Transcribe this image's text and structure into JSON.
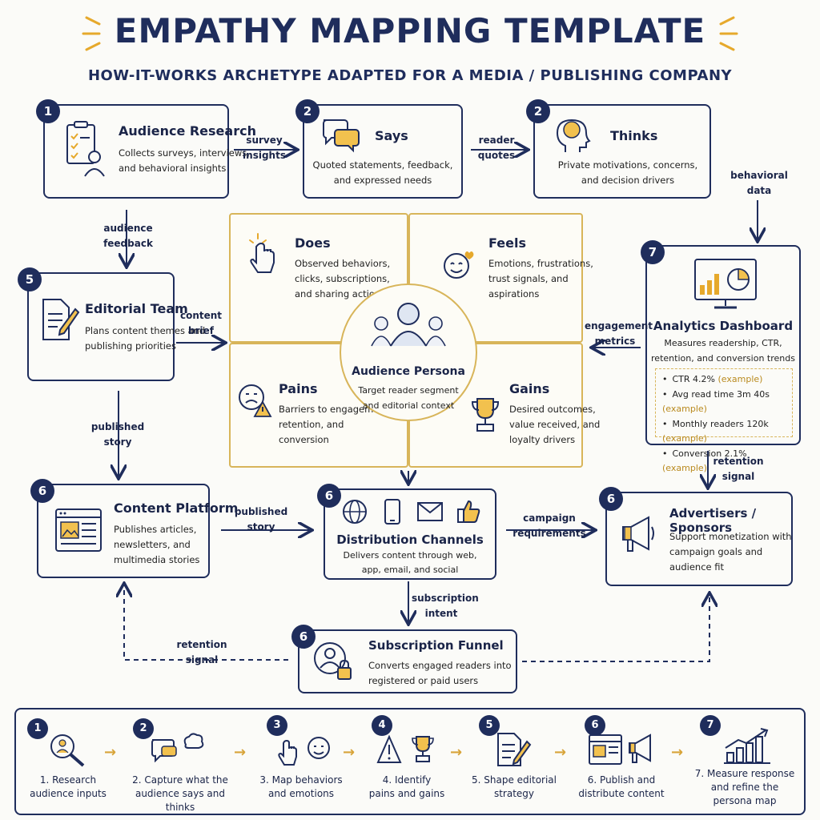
{
  "title": "EMPATHY MAPPING TEMPLATE",
  "subtitle": "HOW-IT-WORKS ARCHETYPE ADAPTED FOR A MEDIA / PUBLISHING COMPANY",
  "boxes": {
    "research": {
      "badge": "1",
      "title": "Audience Research",
      "desc1": "Collects surveys, interviews,",
      "desc2": "and behavioral insights"
    },
    "says": {
      "badge": "2",
      "title": "Says",
      "desc1": "Quoted statements, feedback,",
      "desc2": "and expressed needs"
    },
    "thinks": {
      "badge": "2",
      "title": "Thinks",
      "desc1": "Private motivations, concerns,",
      "desc2": "and decision drivers"
    },
    "editorial": {
      "badge": "5",
      "title": "Editorial Team",
      "desc1": "Plans content themes and",
      "desc2": "publishing priorities"
    },
    "analytics": {
      "badge": "7",
      "title": "Analytics Dashboard",
      "desc1": "Measures readership, CTR,",
      "desc2": "retention, and conversion trends"
    },
    "platform": {
      "badge": "6",
      "title": "Content Platform",
      "desc1": "Publishes articles,",
      "desc2": "newsletters, and",
      "desc3": "multimedia stories"
    },
    "distribution": {
      "badge": "6",
      "title": "Distribution Channels",
      "desc1": "Delivers content through web,",
      "desc2": "app, email, and social"
    },
    "advertisers": {
      "badge": "6",
      "title": "Advertisers / Sponsors",
      "desc1": "Support monetization with",
      "desc2": "campaign goals and",
      "desc3": "audience fit"
    },
    "funnel": {
      "badge": "6",
      "title": "Subscription Funnel",
      "desc1": "Converts engaged readers into",
      "desc2": "registered or paid users"
    }
  },
  "metrics": [
    {
      "text": "CTR 4.2%",
      "tag": "(example)"
    },
    {
      "text": "Avg read time 3m 40s",
      "tag": "(example)"
    },
    {
      "text": "Monthly readers 120k",
      "tag": "(example)"
    },
    {
      "text": "Conversion 2.1%",
      "tag": "(example)"
    }
  ],
  "quadrants": {
    "does": {
      "title": "Does",
      "d1": "Observed behaviors,",
      "d2": "clicks, subscriptions,",
      "d3": "and sharing actions"
    },
    "feels": {
      "title": "Feels",
      "d1": "Emotions, frustrations,",
      "d2": "trust signals, and",
      "d3": "aspirations"
    },
    "pains": {
      "title": "Pains",
      "d1": "Barriers to engagement,",
      "d2": "retention, and",
      "d3": "conversion"
    },
    "gains": {
      "title": "Gains",
      "d1": "Desired outcomes,",
      "d2": "value received, and",
      "d3": "loyalty drivers"
    },
    "persona": {
      "title": "Audience Persona",
      "d1": "Target reader segment",
      "d2": "and editorial context"
    }
  },
  "connectors": {
    "survey": [
      "survey",
      "insights"
    ],
    "reader": [
      "reader",
      "quotes"
    ],
    "behavioral": [
      "behavioral",
      "data"
    ],
    "audience_feedback": [
      "audience",
      "feedback"
    ],
    "content_brief": [
      "content",
      "brief"
    ],
    "engagement": [
      "engagement",
      "metrics"
    ],
    "published_story_1": [
      "published",
      "story"
    ],
    "published_story_2": [
      "published",
      "story"
    ],
    "retention_signal_1": [
      "retention",
      "signal"
    ],
    "campaign": [
      "campaign",
      "requirements"
    ],
    "subscription": [
      "subscription",
      "intent"
    ],
    "retention_signal_2": [
      "retention",
      "signal"
    ]
  },
  "steps": [
    {
      "n": "1",
      "l1": "1. Research",
      "l2": "audience inputs"
    },
    {
      "n": "2",
      "l1": "2. Capture what the",
      "l2": "audience says and thinks"
    },
    {
      "n": "3",
      "l1": "3. Map behaviors",
      "l2": "and emotions"
    },
    {
      "n": "4",
      "l1": "4. Identify",
      "l2": "pains and gains"
    },
    {
      "n": "5",
      "l1": "5. Shape editorial",
      "l2": "strategy"
    },
    {
      "n": "6",
      "l1": "6. Publish and",
      "l2": "distribute content"
    },
    {
      "n": "7",
      "l1": "7. Measure response",
      "l2": "and refine the",
      "l3": "persona map"
    }
  ],
  "colors": {
    "navy": "#1f2d5c",
    "gold": "#d8b55a",
    "accent": "#e6a92c"
  }
}
